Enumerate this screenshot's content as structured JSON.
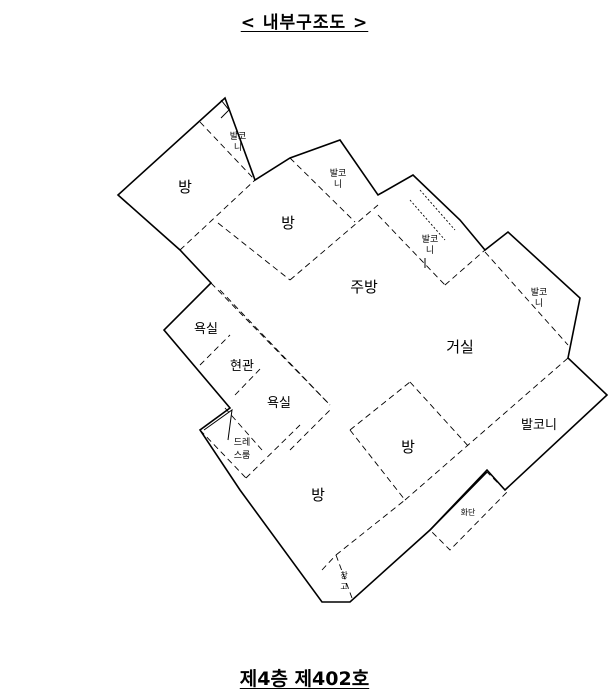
{
  "header": {
    "title": "< 내부구조도 >"
  },
  "footer": {
    "unit": "제4층 제402호"
  },
  "rooms": {
    "room_a": "방",
    "room_b": "방",
    "room_c": "방",
    "room_d": "방",
    "kitchen": "주방",
    "living": "거실",
    "bath_1": "욕실",
    "bath_2": "욕실",
    "entrance": "현관",
    "dress_1": "드레",
    "dress_2": "스룸",
    "balcony_big": "발코니",
    "balcony_1a": "발코",
    "balcony_1b": "니",
    "balcony_2a": "발코",
    "balcony_2b": "니",
    "balcony_3a": "발코",
    "balcony_3b": "니",
    "balcony_4a": "발코",
    "balcony_4b": "니",
    "flowerbed": "화단",
    "storage_a": "창",
    "storage_b": "고"
  }
}
